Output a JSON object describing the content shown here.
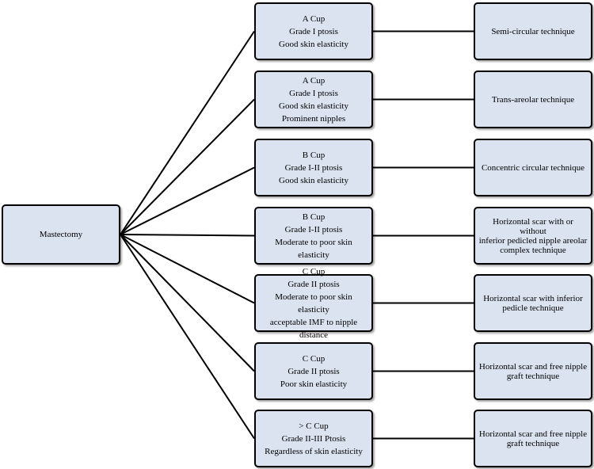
{
  "root": {
    "label": "Mastectomy"
  },
  "groups": [
    {
      "criteria": [
        "A Cup",
        "Grade I ptosis",
        "Good skin elasticity"
      ],
      "technique": [
        "Semi-circular technique"
      ]
    },
    {
      "criteria": [
        "A Cup",
        "Grade I ptosis",
        "Good skin elasticity",
        "Prominent nipples"
      ],
      "technique": [
        "Trans-areolar technique"
      ]
    },
    {
      "criteria": [
        "B Cup",
        "Grade I-II ptosis",
        "Good skin elasticity"
      ],
      "technique": [
        "Concentric circular technique"
      ]
    },
    {
      "criteria": [
        "B Cup",
        "Grade I-II ptosis",
        "Moderate to poor skin elasticity"
      ],
      "technique": [
        "Horizontal scar with or without",
        "inferior pedicled nipple areolar",
        "complex technique"
      ]
    },
    {
      "criteria": [
        "C Cup",
        "Grade II ptosis",
        "Moderate to poor skin elasticity",
        "acceptable IMF to nipple",
        "distance"
      ],
      "technique": [
        "Horizontal scar with inferior",
        "pedicle technique"
      ]
    },
    {
      "criteria": [
        "C Cup",
        "Grade II ptosis",
        "Poor skin elasticity"
      ],
      "technique": [
        "Horizontal scar and free nipple",
        "graft technique"
      ]
    },
    {
      "criteria": [
        "> C Cup",
        "Grade II-III Ptosis",
        "Regardless of skin elasticity"
      ],
      "technique": [
        "Horizontal scar and free nipple",
        "graft technique"
      ]
    }
  ]
}
